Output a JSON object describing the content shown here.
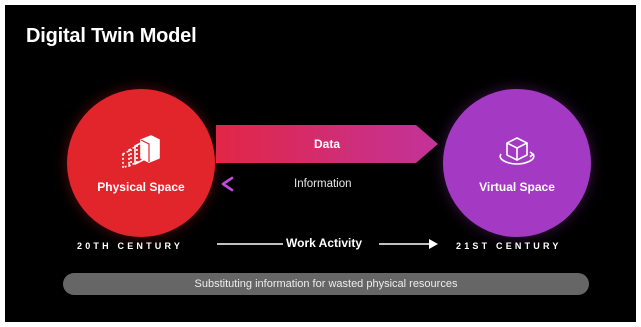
{
  "title": "Digital Twin Model",
  "physical": {
    "label": "Physical Space",
    "icon": "stacked-cubes-icon",
    "color": "#e2242b"
  },
  "virtual": {
    "label": "Virtual Space",
    "icon": "rotating-cube-icon",
    "color": "#a43ac4"
  },
  "data_flow": {
    "label": "Data",
    "direction": "physical-to-virtual"
  },
  "info_flow": {
    "label": "Information",
    "direction": "virtual-to-physical"
  },
  "timeline": {
    "left": "20TH CENTURY",
    "middle": "Work Activity",
    "right": "21ST CENTURY"
  },
  "footer": "Substituting information for wasted physical resources"
}
